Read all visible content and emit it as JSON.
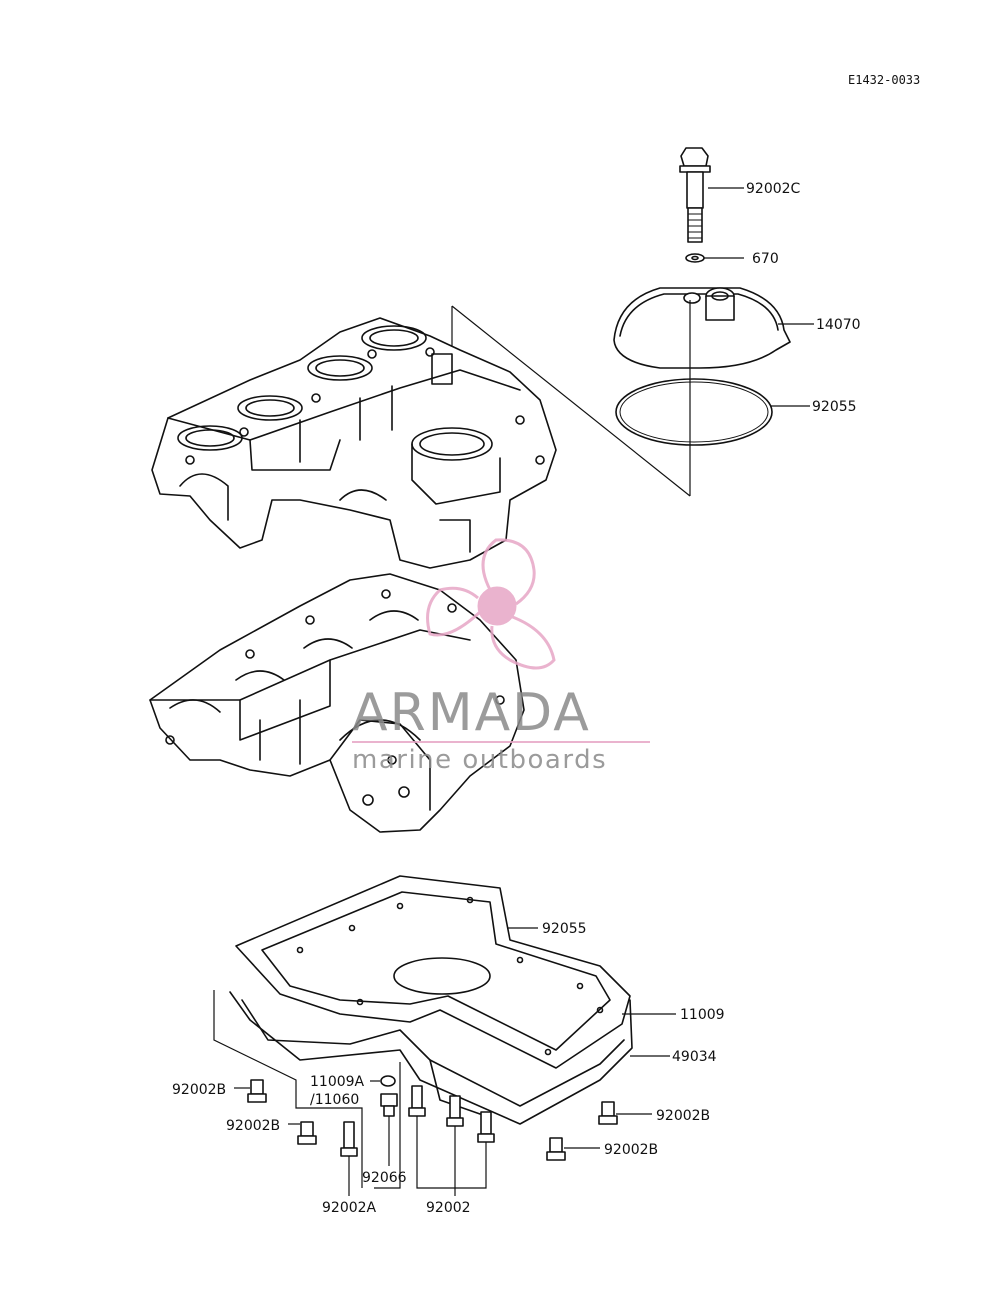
{
  "diagram": {
    "code": "E1432-0033",
    "parts": {
      "p92002C": "92002C",
      "p670": "670",
      "p14070": "14070",
      "p92055_top": "92055",
      "p92055_pan": "92055",
      "p11009": "11009",
      "p49034": "49034",
      "p92002B_left1": "92002B",
      "p92002B_left2": "92002B",
      "p92002B_right1": "92002B",
      "p92002B_right2": "92002B",
      "p11009A": "11009A",
      "p11060": "/11060",
      "p92066": "92066",
      "p92002A": "92002A",
      "p92002": "92002"
    }
  },
  "watermark": {
    "brand": "ARMADA",
    "tagline": "marine outboards",
    "color": "#e7a6c6"
  }
}
